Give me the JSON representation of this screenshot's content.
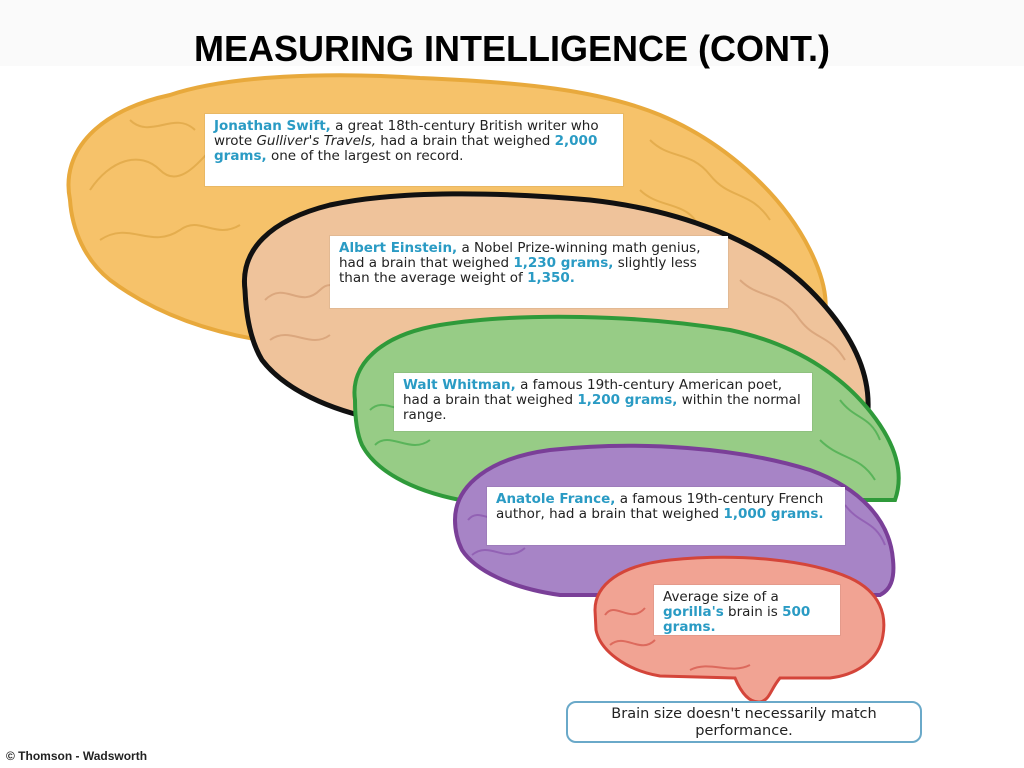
{
  "title": "MEASURING INTELLIGENCE (CONT.)",
  "brains": [
    {
      "id": "swift",
      "color": "#f6c26a",
      "name": "Jonathan Swift,",
      "text_a": " a great 18th-century British writer who wrote ",
      "work": "Gulliver's Travels,",
      "text_b": " had a brain that weighed ",
      "weight": "2,000 grams,",
      "text_c": " one of the largest on record."
    },
    {
      "id": "einstein",
      "color": "#efc39b",
      "name": "Albert Einstein,",
      "text_a": " a Nobel Prize-winning math genius, had a brain that weighed ",
      "weight": "1,230 grams,",
      "text_b": " slightly less than the average weight of ",
      "average": "1,350."
    },
    {
      "id": "whitman",
      "color": "#97cc86",
      "name": "Walt Whitman,",
      "text_a": " a famous 19th-century American poet, had a brain that weighed ",
      "weight": "1,200 grams,",
      "text_b": " within the normal range."
    },
    {
      "id": "france",
      "color": "#a784c6",
      "name": "Anatole France,",
      "text_a": " a famous 19th-century French author, had a brain that weighed ",
      "weight": "1,000 grams."
    },
    {
      "id": "gorilla",
      "color": "#f1a393",
      "text_a": "Average size of a ",
      "name": "gorilla's",
      "text_b": " brain is ",
      "weight": "500 grams."
    }
  ],
  "caption": "Brain size doesn't necessarily match performance.",
  "credit": "© Thomson - Wadsworth"
}
